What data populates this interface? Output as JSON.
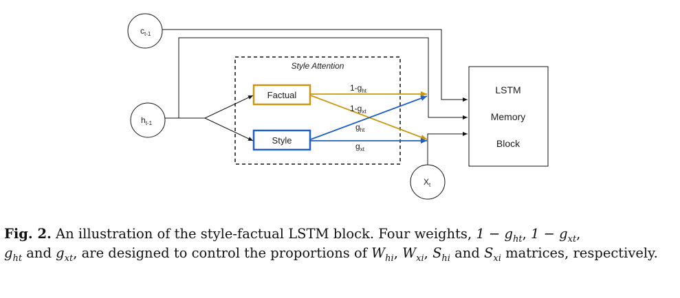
{
  "diagram": {
    "inputs": {
      "c_prev": {
        "base": "c",
        "sub": "t-1"
      },
      "h_prev": {
        "base": "h",
        "sub": "t-1"
      },
      "x_t": {
        "base": "X",
        "sub": "t"
      }
    },
    "attention_group_label": "Style Attention",
    "factual_box_label": "Factual",
    "style_box_label": "Style",
    "weights": {
      "one_minus_g_ht": {
        "base": "1-g",
        "sub": "ht"
      },
      "one_minus_g_xt": {
        "base": "1-g",
        "sub": "xt"
      },
      "g_ht": {
        "base": "g",
        "sub": "ht"
      },
      "g_xt": {
        "base": "g",
        "sub": "xt"
      }
    },
    "memory_block_lines": [
      "LSTM",
      "Memory",
      "Block"
    ],
    "colors": {
      "factual": "#c9960c",
      "style": "#1f5fbf",
      "line": "#111111"
    }
  },
  "caption": {
    "label": "Fig. 2.",
    "text_1": " An illustration of the style-factual LSTM block. Four weights, ",
    "w1": "1 − g",
    "w1_sub": "ht",
    "sep1": ", ",
    "w2": "1 − g",
    "w2_sub": "xt",
    "sep2": ",",
    "w3": "g",
    "w3_sub": "ht",
    "text_2": " and ",
    "w4": "g",
    "w4_sub": "xt",
    "text_3": ", are designed to control the proportions of ",
    "m1": "W",
    "m1_sub": "hi",
    "sep3": ", ",
    "m2": "W",
    "m2_sub": "xi",
    "sep4": ", ",
    "m3": "S",
    "m3_sub": "hi",
    "text_4": " and ",
    "m4": "S",
    "m4_sub": "xi",
    "text_5": " matrices, respectively."
  }
}
